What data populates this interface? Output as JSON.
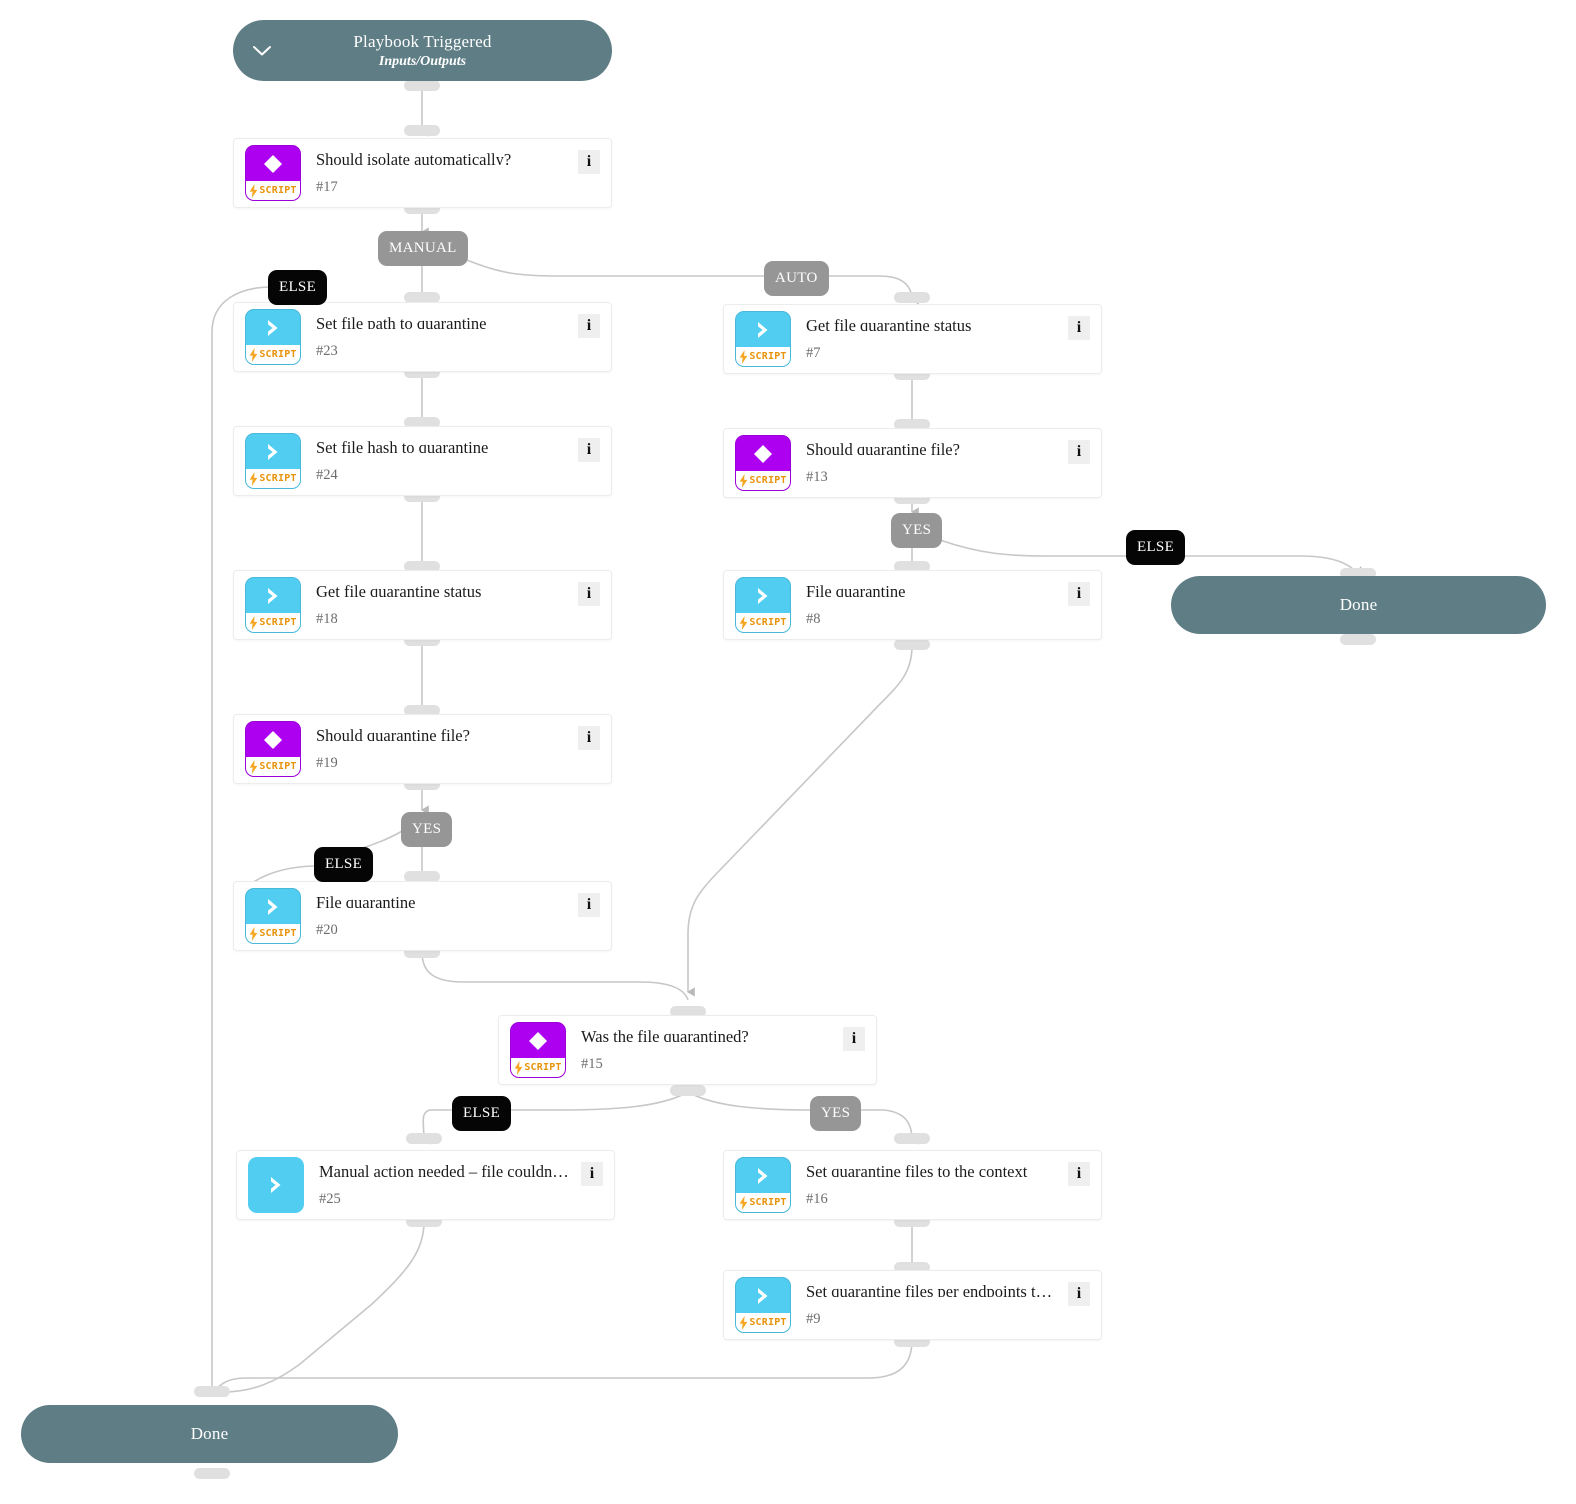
{
  "graph": {
    "title": "Playbook Graph",
    "colors": {
      "terminal": "#5f7d85",
      "script_tile": "#50cdf0",
      "condition_tile": "#ad00f0",
      "script_strip_text": "#e8930c",
      "badge_gray": "#969696",
      "badge_black": "#050505",
      "edge": "#c7c7c7",
      "plug": "#e0e0e0",
      "canvas": "#ffffff"
    },
    "start_node": {
      "id": "start",
      "title": "Playbook Triggered",
      "subtitle": "Inputs/Outputs",
      "chevron_icon": "chevron-down-icon"
    },
    "end_nodes": [
      {
        "id": "done-right",
        "label": "Done"
      },
      {
        "id": "done-bottom",
        "label": "Done"
      }
    ],
    "info_glyph": "i",
    "script_badge_label": "SCRIPT",
    "tasks": [
      {
        "id": "17",
        "title": "Should isolate automatically?",
        "number": "#17",
        "kind": "condition",
        "icon": "diamond-icon",
        "script": true,
        "truncated": false
      },
      {
        "id": "23",
        "title": "Set file path to quarantine",
        "number": "#23",
        "kind": "script",
        "icon": "chevron-right-icon",
        "script": true,
        "truncated": false
      },
      {
        "id": "24",
        "title": "Set file hash to quarantine",
        "number": "#24",
        "kind": "script",
        "icon": "chevron-right-icon",
        "script": true,
        "truncated": false
      },
      {
        "id": "18",
        "title": "Get file quarantine status",
        "number": "#18",
        "kind": "script",
        "icon": "chevron-right-icon",
        "script": true,
        "truncated": false
      },
      {
        "id": "19",
        "title": "Should quarantine file?",
        "number": "#19",
        "kind": "condition",
        "icon": "diamond-icon",
        "script": true,
        "truncated": false
      },
      {
        "id": "20",
        "title": "File quarantine",
        "number": "#20",
        "kind": "script",
        "icon": "chevron-right-icon",
        "script": true,
        "truncated": false
      },
      {
        "id": "7",
        "title": "Get file quarantine status",
        "number": "#7",
        "kind": "script",
        "icon": "chevron-right-icon",
        "script": true,
        "truncated": false
      },
      {
        "id": "13",
        "title": "Should quarantine file?",
        "number": "#13",
        "kind": "condition",
        "icon": "diamond-icon",
        "script": true,
        "truncated": false
      },
      {
        "id": "8",
        "title": "File quarantine",
        "number": "#8",
        "kind": "script",
        "icon": "chevron-right-icon",
        "script": true,
        "truncated": false
      },
      {
        "id": "15",
        "title": "Was the file quarantined?",
        "number": "#15",
        "kind": "condition",
        "icon": "diamond-icon",
        "script": true,
        "truncated": false
      },
      {
        "id": "25",
        "title": "Manual action needed – file couldn't …",
        "number": "#25",
        "kind": "script",
        "icon": "chevron-right-icon",
        "script": false,
        "truncated": true
      },
      {
        "id": "16",
        "title": "Set quarantine files to the context",
        "number": "#16",
        "kind": "script",
        "icon": "chevron-right-icon",
        "script": true,
        "truncated": false
      },
      {
        "id": "9",
        "title": "Set quarantine files per endpoints to t…",
        "number": "#9",
        "kind": "script",
        "icon": "chevron-right-icon",
        "script": true,
        "truncated": true
      }
    ],
    "branch_labels": [
      {
        "id": "manual-17",
        "text": "MANUAL",
        "style": "gray"
      },
      {
        "id": "auto-17",
        "text": "AUTO",
        "style": "gray"
      },
      {
        "id": "else-17",
        "text": "ELSE",
        "style": "black"
      },
      {
        "id": "yes-13",
        "text": "YES",
        "style": "gray"
      },
      {
        "id": "else-13",
        "text": "ELSE",
        "style": "black"
      },
      {
        "id": "yes-19",
        "text": "YES",
        "style": "gray"
      },
      {
        "id": "else-19",
        "text": "ELSE",
        "style": "black"
      },
      {
        "id": "else-15",
        "text": "ELSE",
        "style": "black"
      },
      {
        "id": "yes-15",
        "text": "YES",
        "style": "gray"
      }
    ]
  }
}
